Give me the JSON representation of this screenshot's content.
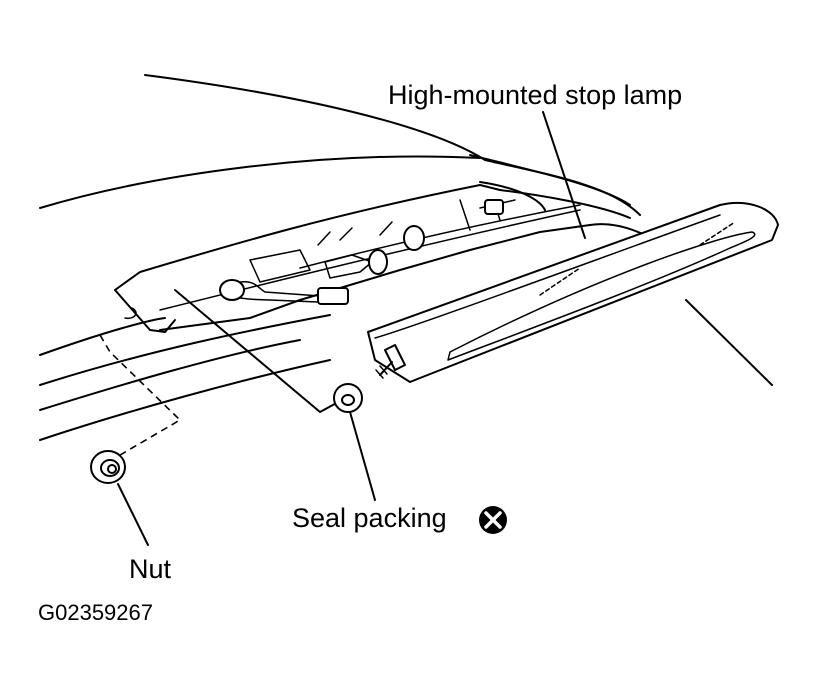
{
  "labels": {
    "lamp": "High-mounted stop lamp",
    "seal": "Seal packing",
    "nut": "Nut",
    "figure_id": "G02359267"
  },
  "icons": {
    "seal_symbol": "non-reusable-part-icon"
  }
}
